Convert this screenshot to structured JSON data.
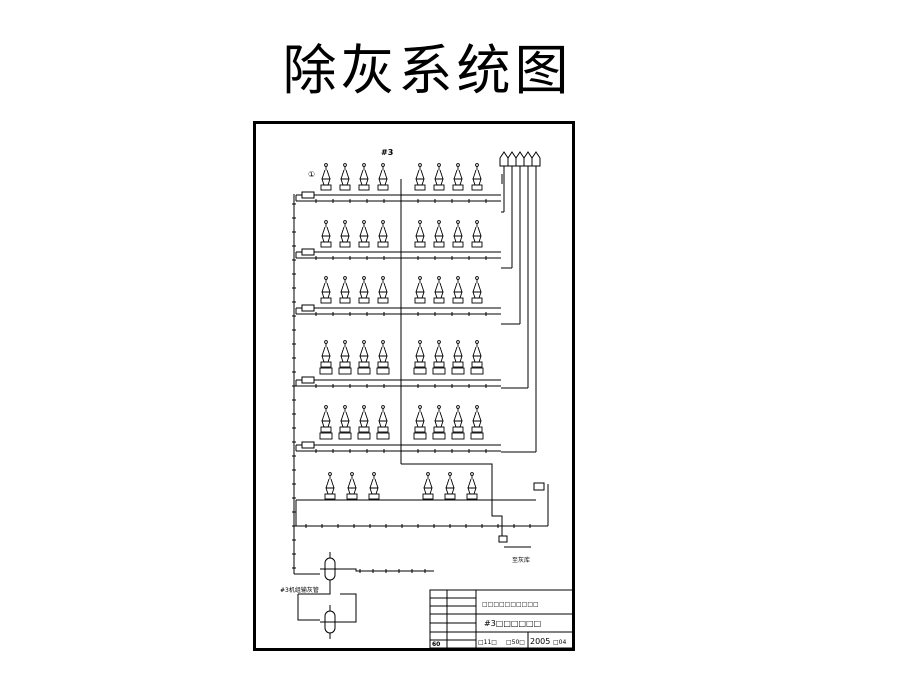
{
  "slide": {
    "title": "除灰系统图"
  },
  "drawing": {
    "unit_label": "#3",
    "note_left": "#3机组输灰管",
    "note_outlet": "至灰库",
    "circle_mark": "①",
    "title_block": {
      "drawing_name": "#3□□□□□□",
      "designer_row": "□□□□□□□□□□",
      "code": "60",
      "sheet": "□11□",
      "scale": "□50□",
      "year": "2005",
      "month": "□04"
    }
  }
}
